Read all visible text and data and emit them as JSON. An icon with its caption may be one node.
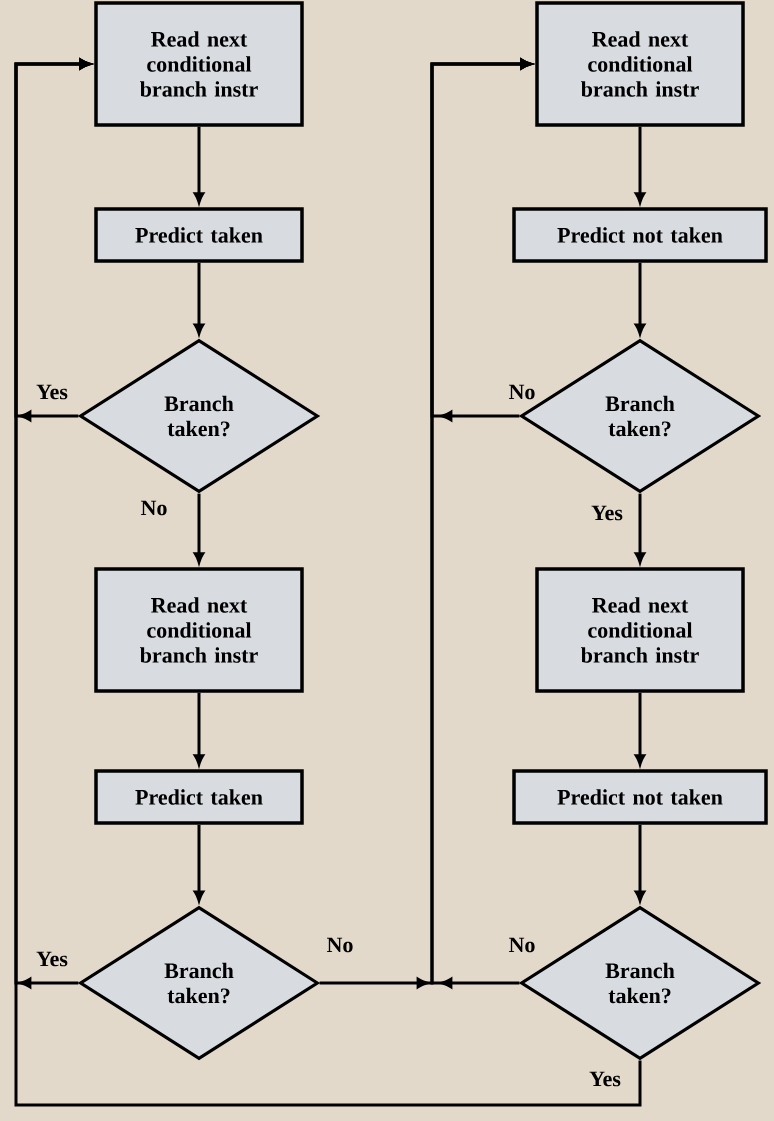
{
  "diagram": {
    "nodes": [
      {
        "text": [
          "Read next conditional branch instr"
        ]
      },
      {
        "text": [
          "Predict taken"
        ]
      },
      {
        "text": [
          "Branch taken?"
        ]
      },
      {
        "text": [
          "Read next conditional branch instr"
        ]
      },
      {
        "text": [
          "Predict taken"
        ]
      },
      {
        "text": [
          "Branch taken?"
        ]
      },
      {
        "text": [
          "Read next conditional branch instr"
        ]
      },
      {
        "text": [
          "Predict not taken"
        ]
      },
      {
        "text": [
          "Branch taken?"
        ]
      },
      {
        "text": [
          "Read next conditional branch instr"
        ]
      },
      {
        "text": [
          "Predict not taken"
        ]
      },
      {
        "text": [
          "Branch taken?"
        ]
      }
    ],
    "edges": [
      {
        "from": 0,
        "to": 1,
        "arrow": "to"
      },
      {
        "from": 1,
        "to": 2,
        "arrow": "to"
      },
      {
        "from": 2,
        "to": 3,
        "arrow": "to",
        "label": "No"
      },
      {
        "from": 2,
        "to": 0,
        "arrow": "to",
        "label": "Yes"
      },
      {
        "from": 3,
        "to": 4,
        "arrow": "to"
      },
      {
        "from": 4,
        "to": 5,
        "arrow": "to"
      },
      {
        "from": 5,
        "to": 0,
        "arrow": "to",
        "label": "Yes"
      },
      {
        "from": 5,
        "to": 6,
        "arrow": "to",
        "label": "No"
      },
      {
        "from": 6,
        "to": 7,
        "arrow": "to"
      },
      {
        "from": 7,
        "to": 8,
        "arrow": "to"
      },
      {
        "from": 8,
        "to": 9,
        "arrow": "to",
        "label": "Yes"
      },
      {
        "from": 8,
        "to": 6,
        "arrow": "to",
        "label": "No"
      },
      {
        "from": 9,
        "to": 10,
        "arrow": "to"
      },
      {
        "from": 10,
        "to": 11,
        "arrow": "to"
      },
      {
        "from": 11,
        "to": 6,
        "arrow": "to",
        "label": "No"
      },
      {
        "from": 11,
        "to": 0,
        "arrow": "to",
        "label": "Yes"
      }
    ]
  }
}
